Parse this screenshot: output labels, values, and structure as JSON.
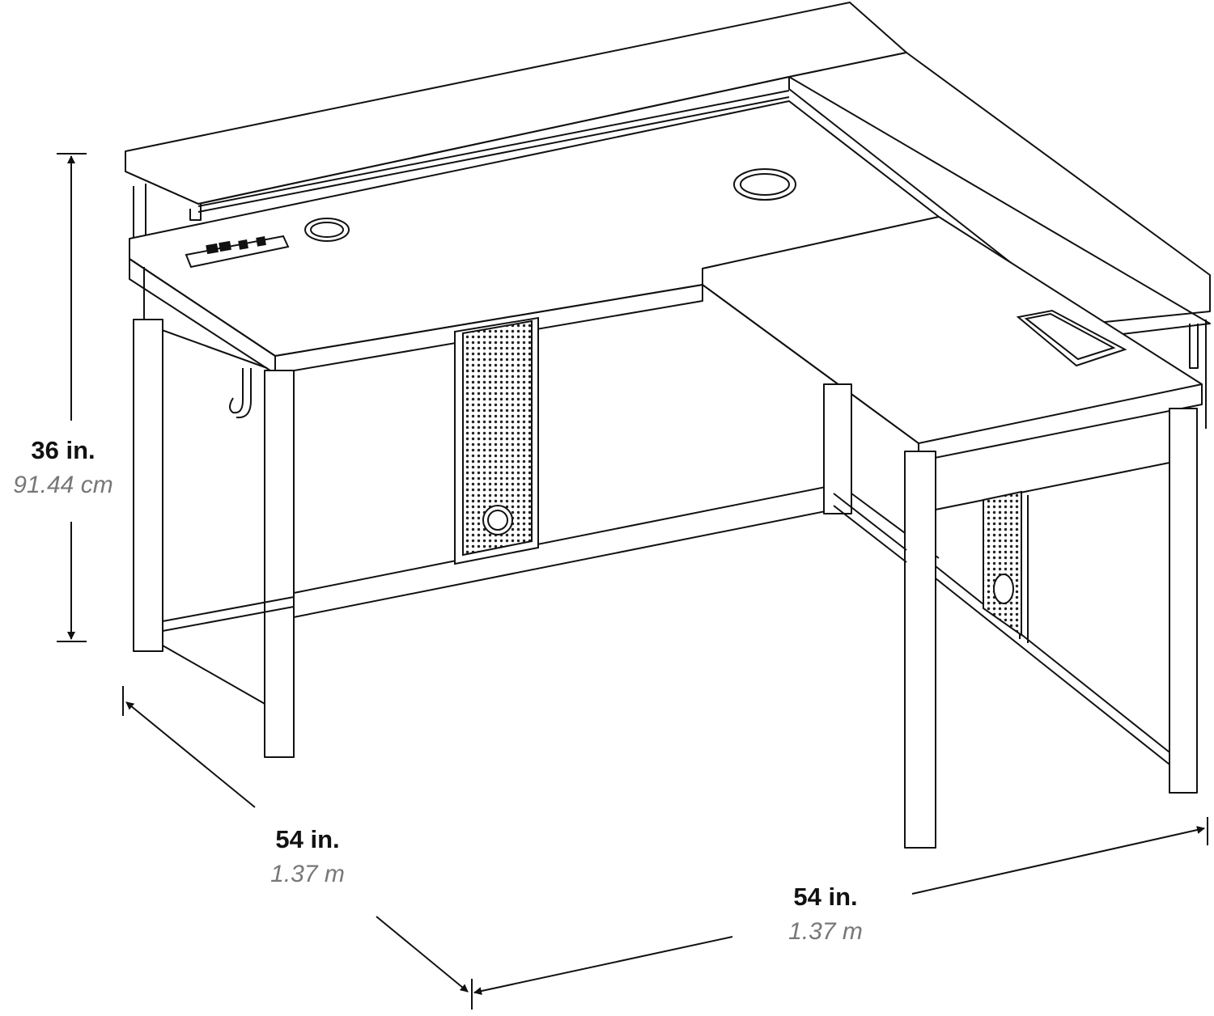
{
  "dimensions": {
    "height": {
      "imperial": "36 in.",
      "metric": "91.44 cm"
    },
    "depth": {
      "imperial": "54 in.",
      "metric": "1.37 m"
    },
    "width": {
      "imperial": "54 in.",
      "metric": "1.37 m"
    }
  },
  "colors": {
    "line": "#111111",
    "imperial_text": "#111111",
    "metric_text": "#777777",
    "background": "#ffffff"
  },
  "icons": [
    "outlet-strip-icon",
    "wireless-charger-icon",
    "cable-grommet-icon",
    "headphone-hook-icon",
    "pegboard-panel-icon"
  ]
}
